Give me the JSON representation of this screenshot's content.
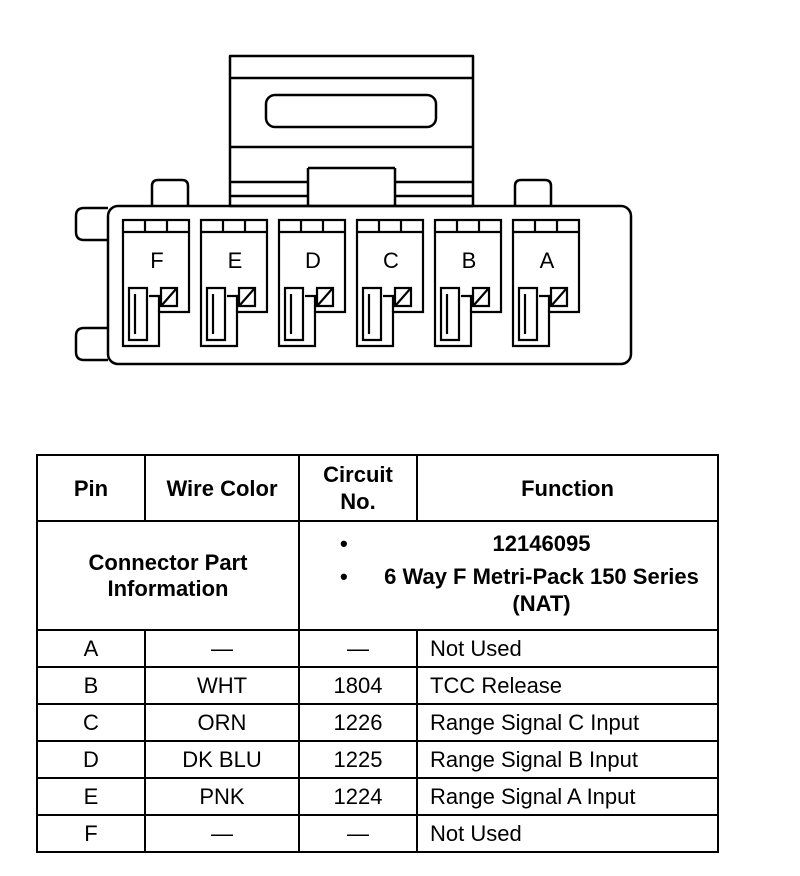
{
  "connector": {
    "pins": [
      "F",
      "E",
      "D",
      "C",
      "B",
      "A"
    ]
  },
  "part_info": {
    "label_line1": "Connector Part",
    "label_line2": "Information",
    "items": [
      "12146095",
      "6 Way F Metri-Pack 150 Series (NAT)"
    ]
  },
  "table": {
    "headers": {
      "pin": "Pin",
      "wire_color": "Wire Color",
      "circuit_line1": "Circuit",
      "circuit_line2": "No.",
      "function": "Function"
    },
    "rows": [
      {
        "pin": "A",
        "wire_color": "—",
        "circuit": "—",
        "function": "Not Used"
      },
      {
        "pin": "B",
        "wire_color": "WHT",
        "circuit": "1804",
        "function": "TCC Release"
      },
      {
        "pin": "C",
        "wire_color": "ORN",
        "circuit": "1226",
        "function": "Range Signal C Input"
      },
      {
        "pin": "D",
        "wire_color": "DK BLU",
        "circuit": "1225",
        "function": "Range Signal B Input"
      },
      {
        "pin": "E",
        "wire_color": "PNK",
        "circuit": "1224",
        "function": "Range Signal A Input"
      },
      {
        "pin": "F",
        "wire_color": "—",
        "circuit": "—",
        "function": "Not Used"
      }
    ]
  }
}
